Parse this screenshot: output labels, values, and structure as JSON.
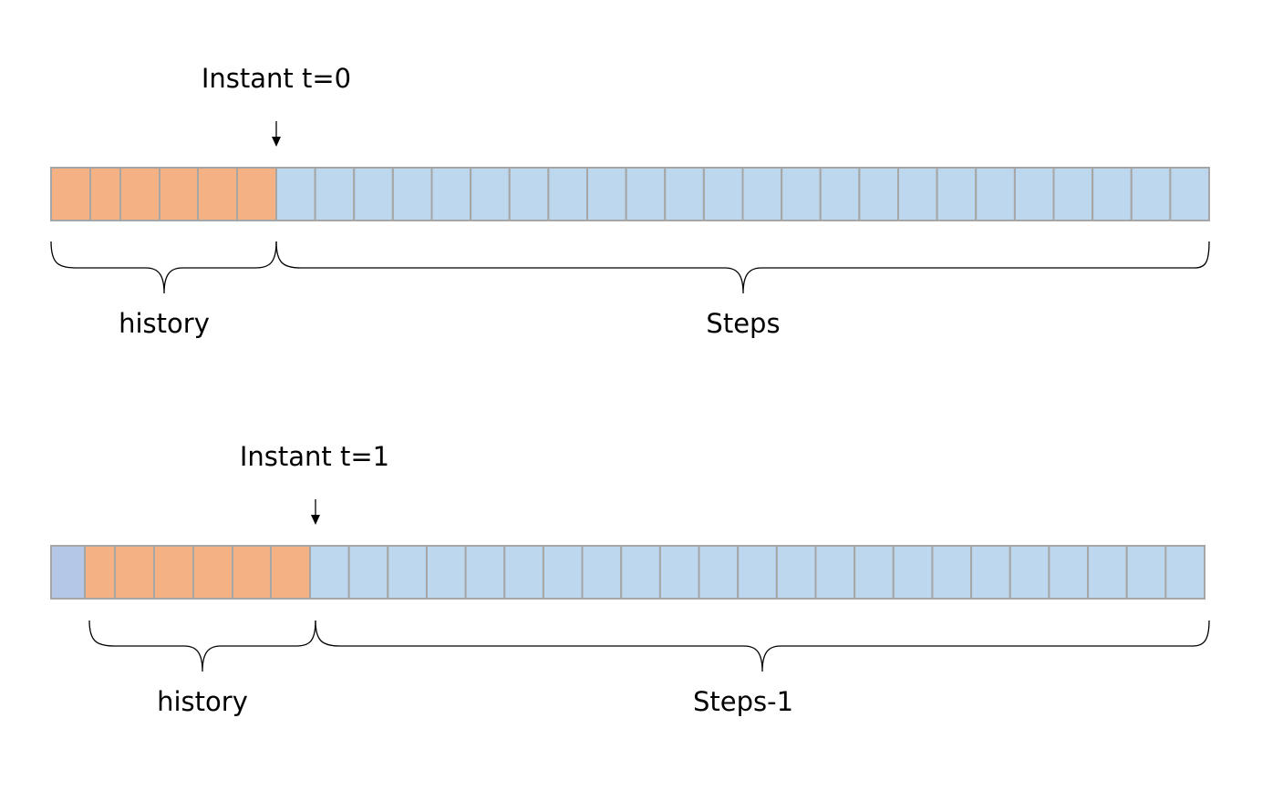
{
  "colors": {
    "history": "#f4b183",
    "step": "#bdd7ee",
    "dropped": "#b4c7e7",
    "cell_border": "#a6a6a6"
  },
  "rows": [
    {
      "instant_label": "Instant t=0",
      "history_label": "history",
      "steps_label": "Steps",
      "dropped_cells": 0,
      "history_cells": 6,
      "step_cells": 24
    },
    {
      "instant_label": "Instant t=1",
      "history_label": "history",
      "steps_label": "Steps-1",
      "dropped_cells": 1,
      "history_cells": 6,
      "step_cells": 23
    }
  ]
}
